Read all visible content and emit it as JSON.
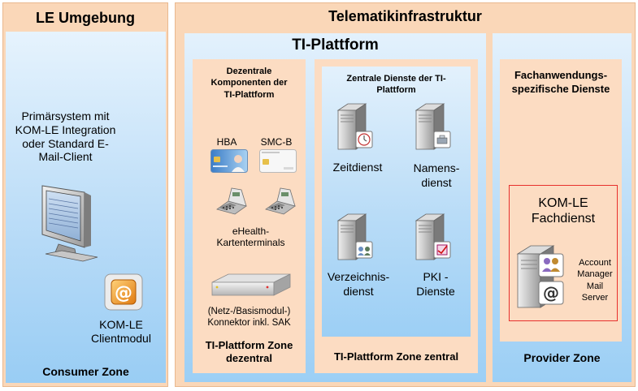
{
  "le": {
    "title": "LE Umgebung",
    "primary_system": "Primärsystem mit KOM-LE Integration oder Standard E-Mail-Client",
    "clientmodul": "KOM-LE Clientmodul",
    "zone": "Consumer Zone"
  },
  "ti": {
    "title": "Telematikinfrastruktur",
    "platform_title": "TI-Plattform",
    "dezentral": {
      "title": "Dezentrale Komponenten der TI-Plattform",
      "hba": "HBA",
      "smcb": "SMC-B",
      "terminals": "eHealth-Kartenterminals",
      "connector": "(Netz-/Basismodul-) Konnektor inkl. SAK",
      "zone": "TI-Plattform Zone dezentral"
    },
    "zentral": {
      "title": "Zentrale Dienste der TI-Plattform",
      "zeitdienst": "Zeitdienst",
      "namensdienst": "Namens-dienst",
      "verzeichnisdienst": "Verzeichnis-dienst",
      "pki": "PKI - Dienste",
      "zone": "TI-Plattform Zone zentral"
    },
    "fach": {
      "title": "Fachanwendungs-spezifische Dienste",
      "komle_title": "KOM-LE Fachdienst",
      "server_label": "Account Manager Mail Server",
      "zone": "Provider Zone"
    }
  },
  "colors": {
    "peach": "#fad7b8",
    "blue": "#b9dcf7",
    "red_frame": "#e8302c"
  }
}
